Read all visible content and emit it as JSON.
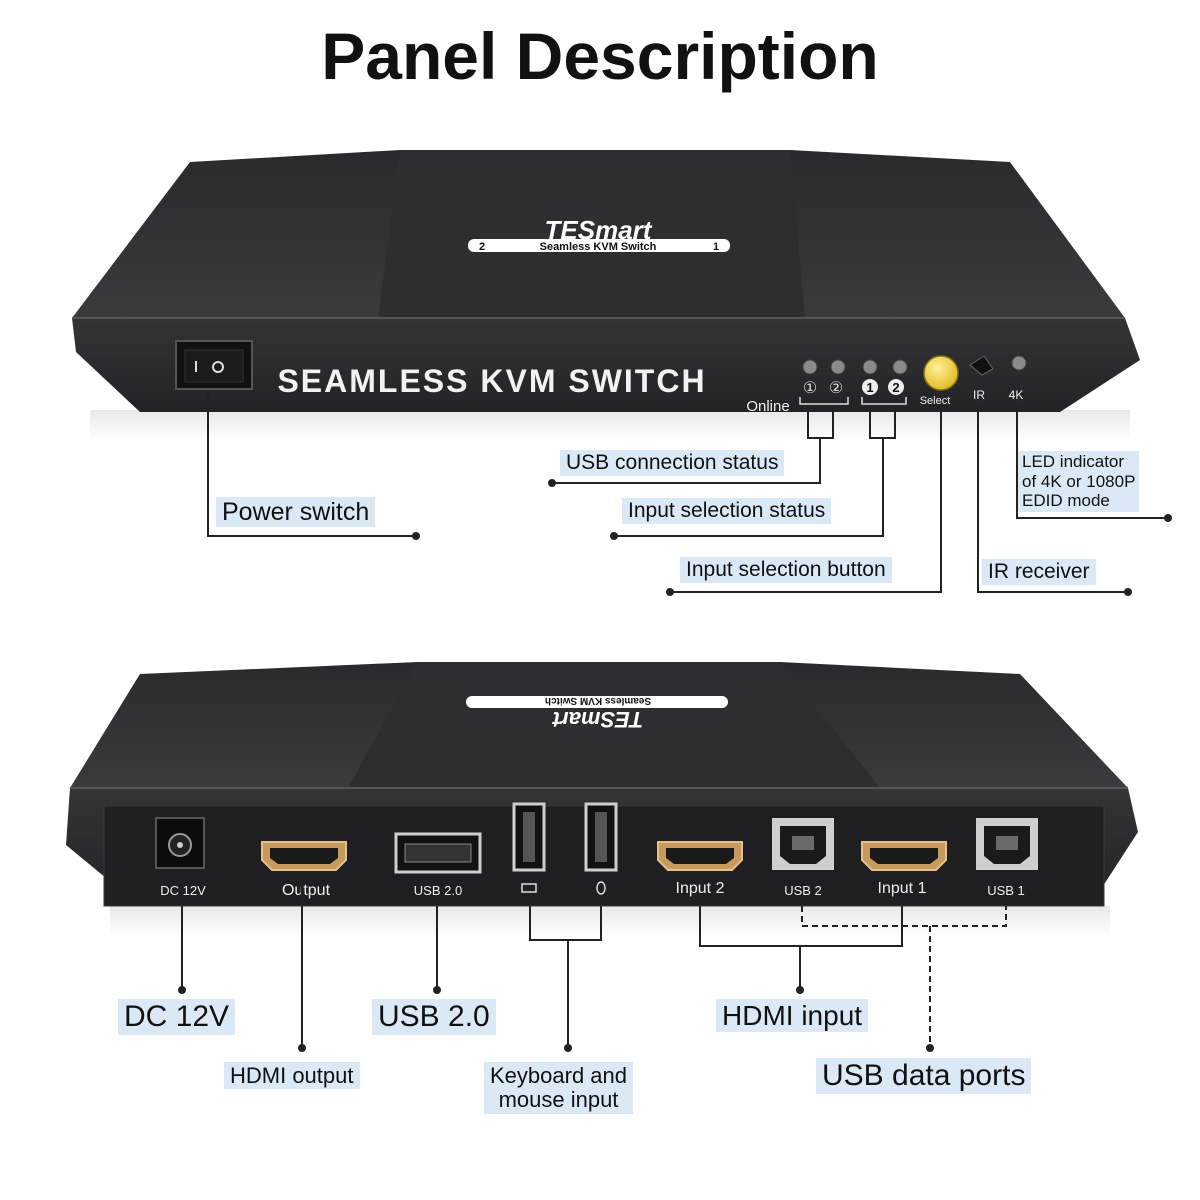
{
  "title": "Panel Description",
  "front_panel": {
    "brand": "TESmart",
    "badge": "Seamless KVM Switch",
    "badge_left_num": "2",
    "badge_right_num": "1",
    "device_label": "SEAMLESS KVM SWITCH",
    "online_label": "Online",
    "online_nums": [
      "①",
      "②"
    ],
    "input_nums": [
      "1",
      "2"
    ],
    "select_label": "Select",
    "ir_label": "IR",
    "k4_label": "4K"
  },
  "front_callouts": {
    "power_switch": "Power switch",
    "usb_connection_status": "USB connection status",
    "input_selection_status": "Input selection status",
    "input_selection_button": "Input selection button",
    "ir_receiver": "IR receiver",
    "led_indicator": [
      "LED indicator",
      "of 4K or 1080P",
      "EDID mode"
    ]
  },
  "rear_panel": {
    "port_labels": {
      "dc": "DC 12V",
      "output": "Output",
      "usb20": "USB 2.0",
      "input2": "Input 2",
      "usb2": "USB 2",
      "input1": "Input 1",
      "usb1": "USB 1"
    }
  },
  "rear_callouts": {
    "dc": "DC 12V",
    "hdmi_output": "HDMI output",
    "usb20": "USB 2.0",
    "keyboard_mouse": [
      "Keyboard and",
      "mouse input"
    ],
    "hdmi_input": "HDMI input",
    "usb_data_ports": "USB data ports"
  },
  "colors": {
    "device_body": "#2b2b2d",
    "device_top": "#3a3a3c",
    "callout_bg": "#dbe9f6",
    "select_button": "#f2d33b",
    "line": "#222222"
  }
}
